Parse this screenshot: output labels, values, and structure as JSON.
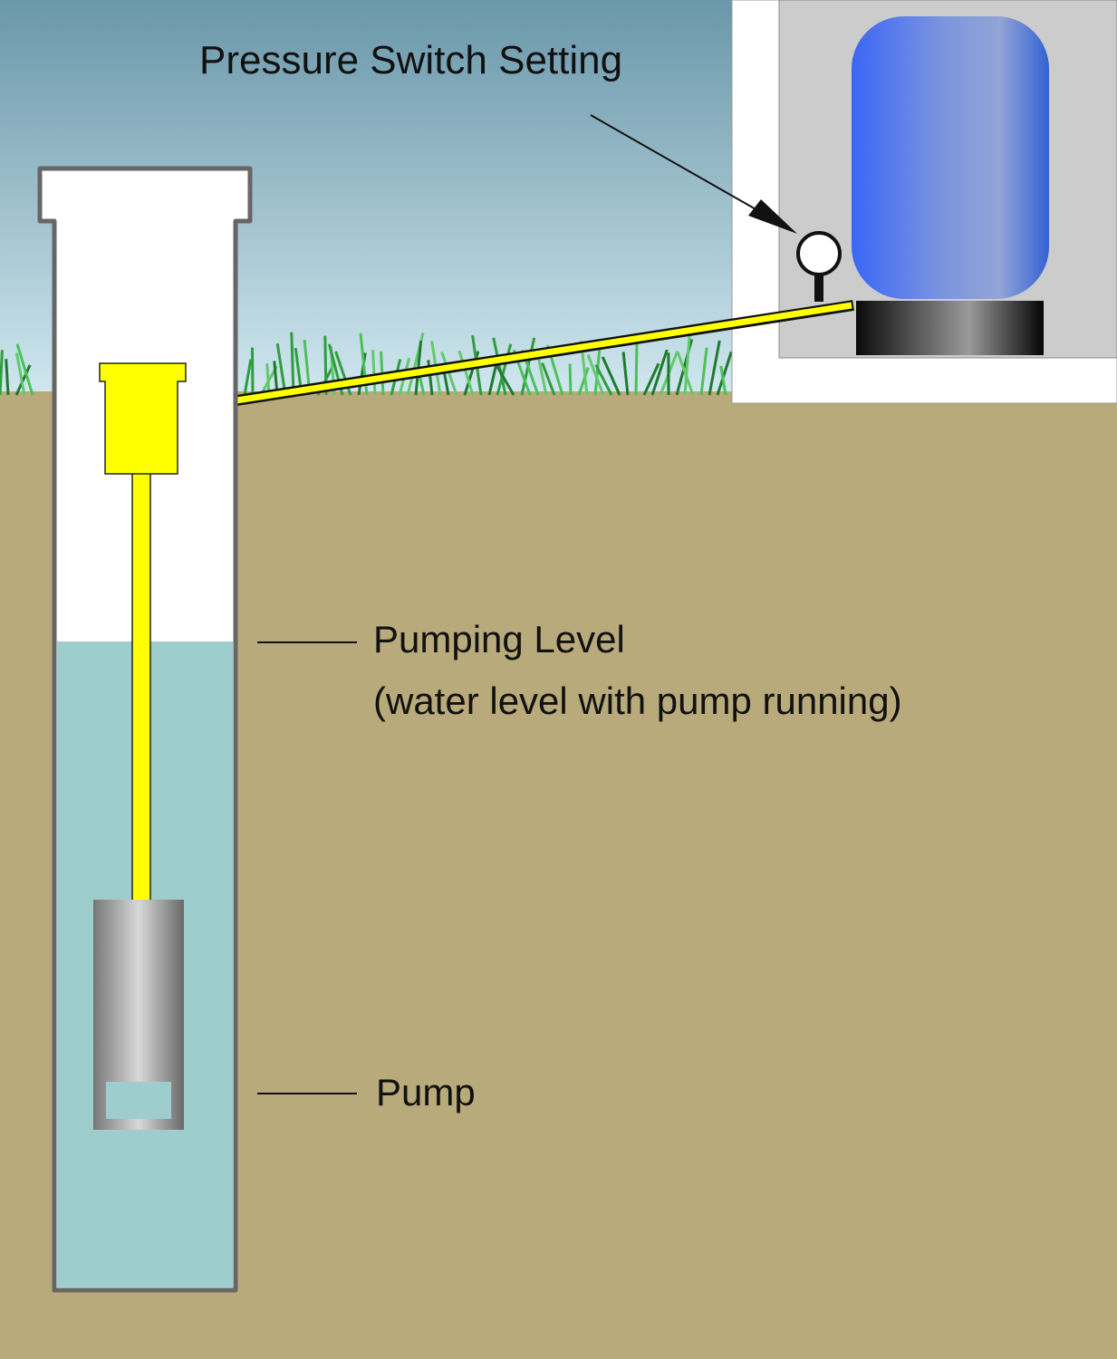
{
  "labels": {
    "pressure_switch": "Pressure Switch Setting",
    "pumping_level": "Pumping Level",
    "pumping_level_note": "(water level with pump running)",
    "pump": "Pump"
  },
  "colors": {
    "ground": "#b8aa7a",
    "water": "#9ecdcd",
    "pipe": "#ffff00",
    "tank": "#4a72f5",
    "grass": "#3ab24a"
  }
}
